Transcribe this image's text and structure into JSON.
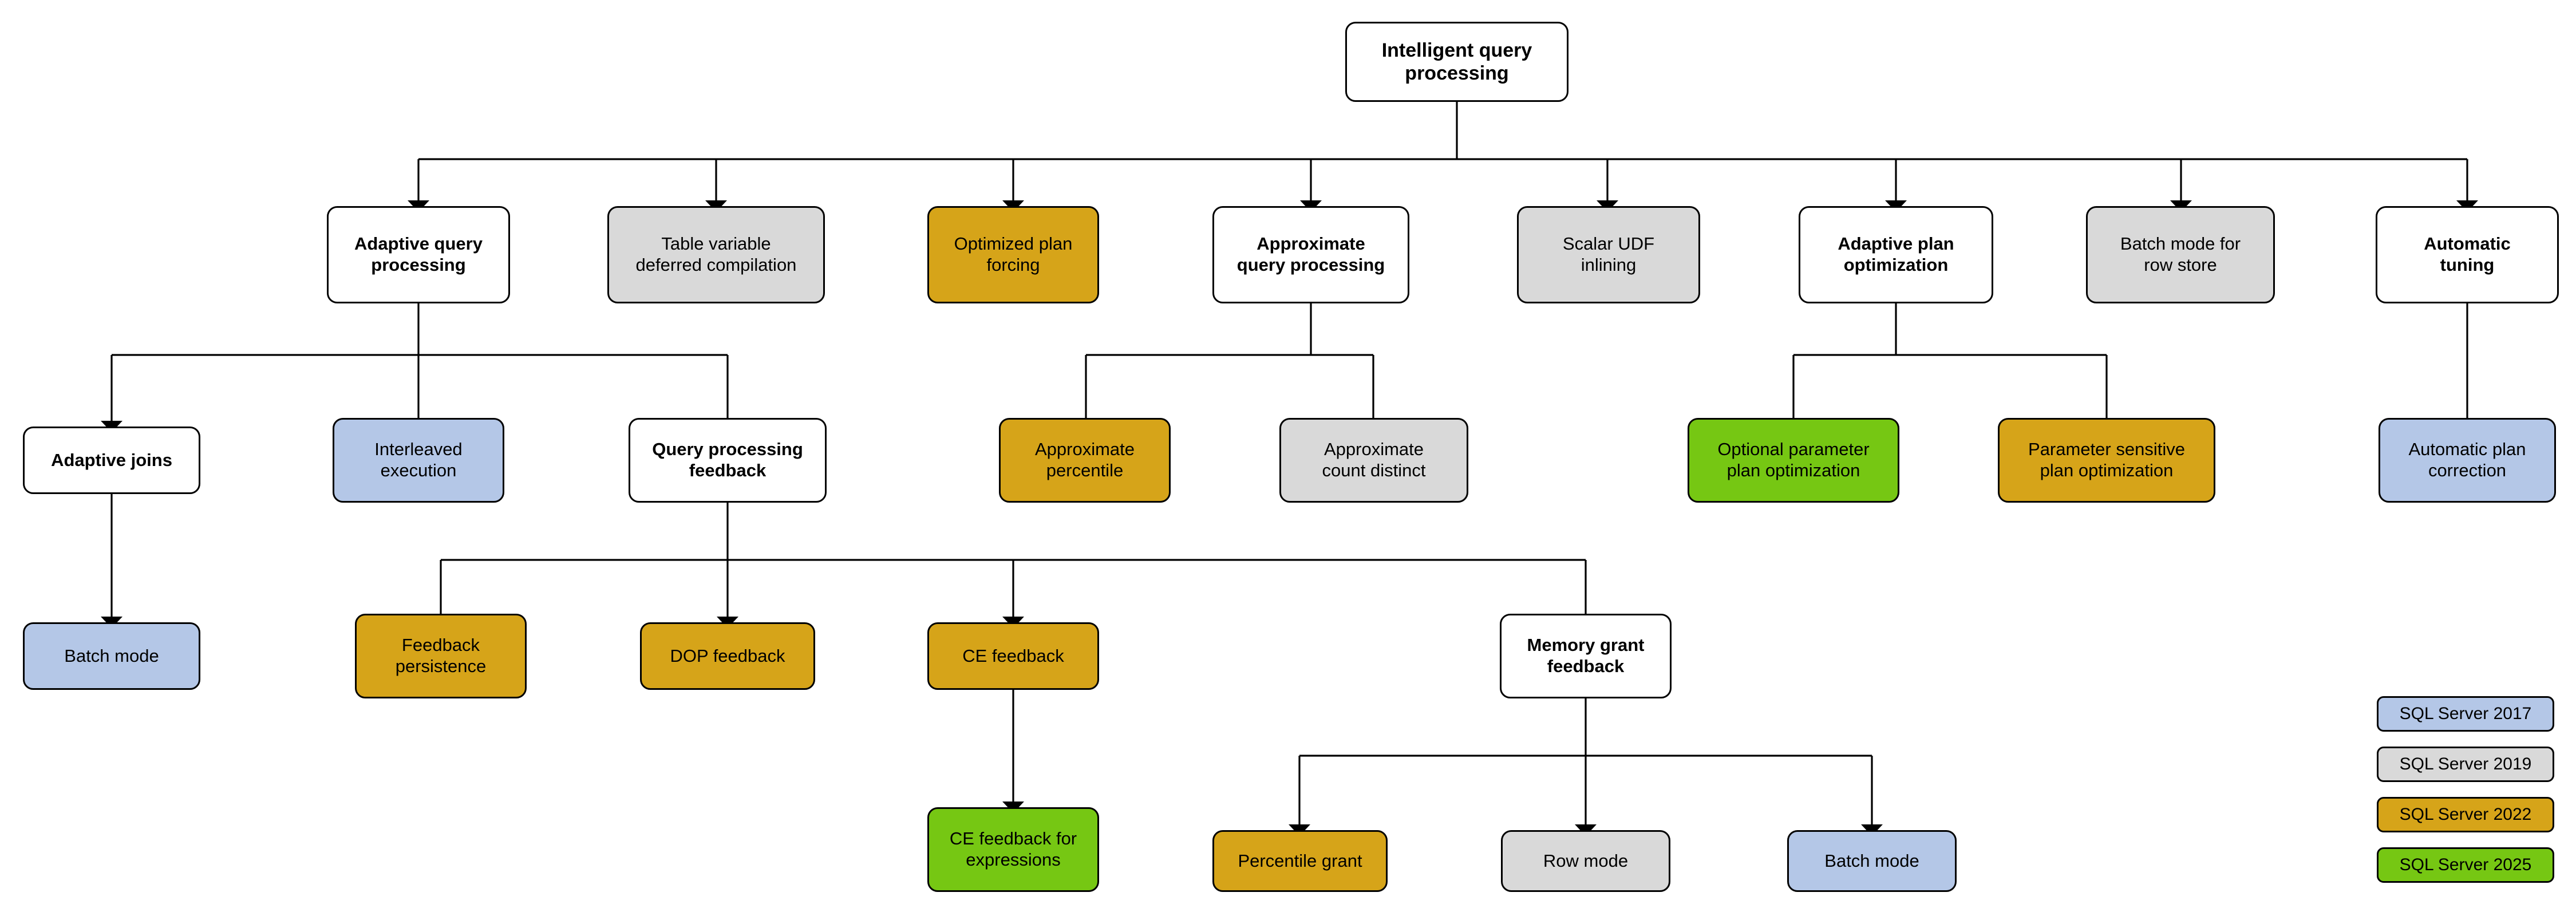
{
  "diagram": {
    "title": "Intelligent query processing",
    "colors": {
      "white": "#ffffff",
      "gray": "#d9d9d9",
      "orange": "#d6a419",
      "blue": "#b4c7e7",
      "green": "#76c713",
      "stroke": "#000000"
    }
  },
  "nodes": {
    "root": {
      "label": "Intelligent query\nprocessing"
    },
    "adaptive_query_processing": {
      "label": "Adaptive query\nprocessing"
    },
    "table_variable_deferred_compilation": {
      "label": "Table variable\ndeferred compilation"
    },
    "optimized_plan_forcing": {
      "label": "Optimized plan\nforcing"
    },
    "approximate_query_processing": {
      "label": "Approximate\nquery processing"
    },
    "scalar_udf_inlining": {
      "label": "Scalar UDF\ninlining"
    },
    "adaptive_plan_optimization": {
      "label": "Adaptive plan\noptimization"
    },
    "batch_mode_for_row_store": {
      "label": "Batch mode for\nrow store"
    },
    "automatic_tuning": {
      "label": "Automatic\ntuning"
    },
    "adaptive_joins": {
      "label": "Adaptive joins"
    },
    "interleaved_execution": {
      "label": "Interleaved\nexecution"
    },
    "query_processing_feedback": {
      "label": "Query processing\nfeedback"
    },
    "approximate_percentile": {
      "label": "Approximate\npercentile"
    },
    "approximate_count_distinct": {
      "label": "Approximate\ncount distinct"
    },
    "optional_parameter_plan_optimization": {
      "label": "Optional parameter\nplan optimization"
    },
    "parameter_sensitive_plan_optimization": {
      "label": "Parameter sensitive\nplan optimization"
    },
    "automatic_plan_correction": {
      "label": "Automatic plan\ncorrection"
    },
    "batch_mode": {
      "label": "Batch mode"
    },
    "feedback_persistence": {
      "label": "Feedback\npersistence"
    },
    "dop_feedback": {
      "label": "DOP feedback"
    },
    "ce_feedback": {
      "label": "CE feedback"
    },
    "memory_grant_feedback": {
      "label": "Memory grant\nfeedback"
    },
    "ce_feedback_for_expressions": {
      "label": "CE feedback for\nexpressions"
    },
    "percentile_grant": {
      "label": "Percentile grant"
    },
    "row_mode": {
      "label": "Row mode"
    },
    "batch_mode_mg": {
      "label": "Batch mode"
    }
  },
  "legend": {
    "items": [
      {
        "label": "SQL Server 2017",
        "color": "#b4c7e7"
      },
      {
        "label": "SQL Server 2019",
        "color": "#d9d9d9"
      },
      {
        "label": "SQL Server 2022",
        "color": "#d6a419"
      },
      {
        "label": "SQL Server 2025",
        "color": "#76c713"
      }
    ]
  }
}
